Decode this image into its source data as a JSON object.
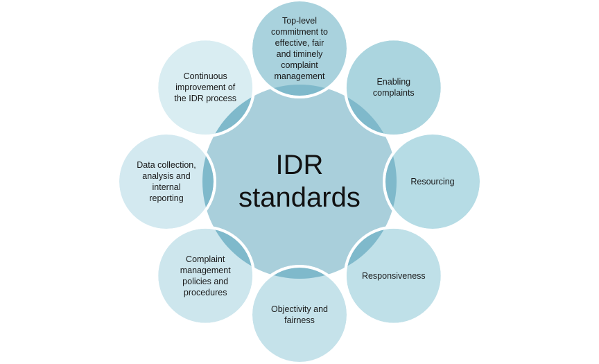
{
  "diagram": {
    "center": {
      "label": "IDR\nstandards",
      "color": "#a9cfdb"
    },
    "nodes": [
      {
        "id": "commitment",
        "label": "Top-level\ncommitment to\neffective, fair\nand timinely\ncomplaint\nmanagement",
        "color": "#a9d2dd"
      },
      {
        "id": "enabling",
        "label": "Enabling\ncomplaints",
        "color": "#abd5df"
      },
      {
        "id": "resourcing",
        "label": "Resourcing",
        "color": "#b6dce5"
      },
      {
        "id": "responsiveness",
        "label": "Responsiveness",
        "color": "#bfe0e8"
      },
      {
        "id": "objectivity",
        "label": "Objectivity and\nfairness",
        "color": "#c5e2ea"
      },
      {
        "id": "policies",
        "label": "Complaint\nmanagement\npolicies and\nprocedures",
        "color": "#cde6ed"
      },
      {
        "id": "data",
        "label": "Data collection,\nanalysis and\ninternal\nreporting",
        "color": "#d3e9f0"
      },
      {
        "id": "improvement",
        "label": "Continuous\nimprovement of\nthe IDR process",
        "color": "#d9edf2"
      }
    ],
    "overlap_color": "#7fb9cb",
    "stroke_color": "#ffffff"
  }
}
